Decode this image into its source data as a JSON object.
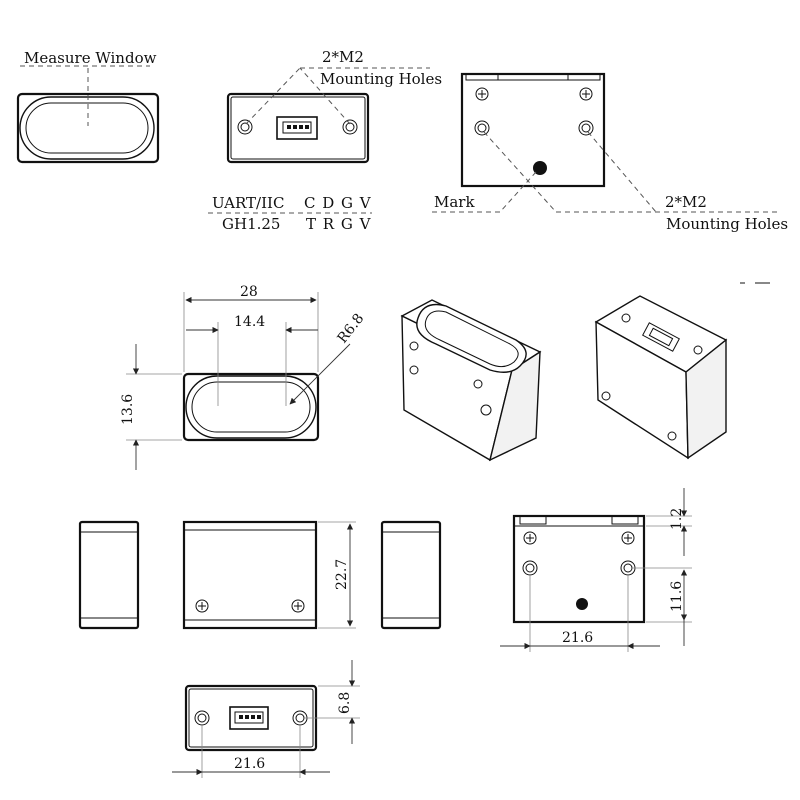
{
  "labels": {
    "measure_window": "Measure Window",
    "mounting_top_count": "2*M2",
    "mounting_top_text": "Mounting Holes",
    "interface_label": "UART/IIC",
    "pins_top": "C D G V",
    "connector_label": "GH1.25",
    "pins_bottom": "T R G V",
    "mark": "Mark",
    "mounting_back_count": "2*M2",
    "mounting_back_text": "Mounting Holes"
  },
  "dimensions": {
    "width_28": "28",
    "inner_14_4": "14.4",
    "radius_6_8": "R6.8",
    "height_13_6": "13.6",
    "height_22_7": "22.7",
    "offset_1_2": "1.2",
    "pitch_11_6": "11.6",
    "width_21_6_back": "21.6",
    "height_6_8": "6.8",
    "width_21_6_front": "21.6"
  },
  "colors": {
    "line": "#111111",
    "background": "#ffffff",
    "mark_dot": "#111111"
  }
}
